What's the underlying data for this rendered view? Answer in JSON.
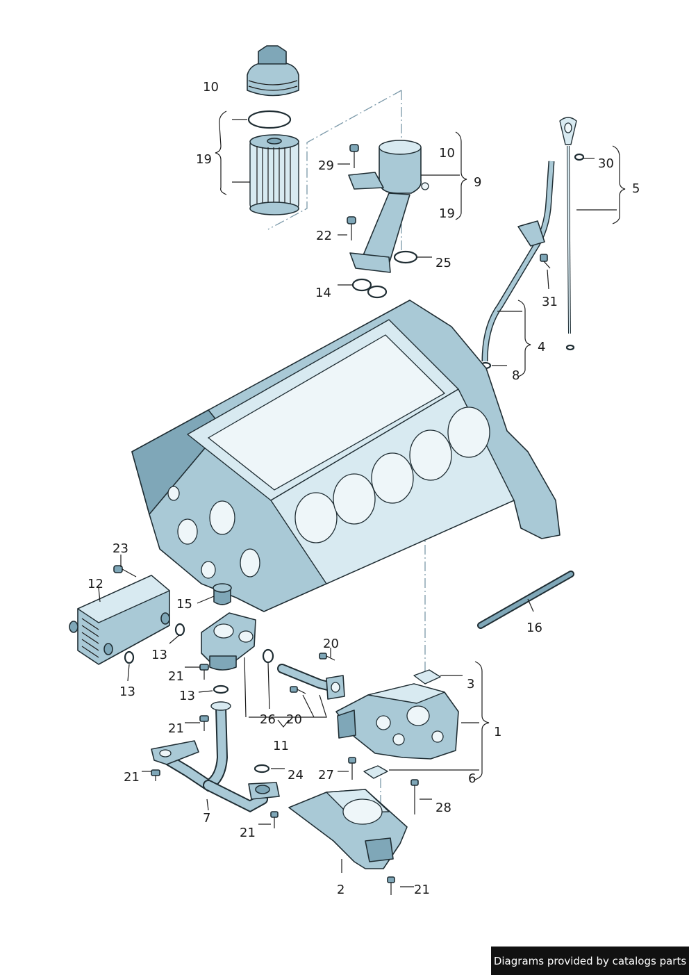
{
  "callouts": [
    {
      "id": "c10a",
      "text": "10"
    },
    {
      "id": "c19a",
      "text": "19"
    },
    {
      "id": "c10b",
      "text": "10"
    },
    {
      "id": "c29",
      "text": "29"
    },
    {
      "id": "c9",
      "text": "9"
    },
    {
      "id": "c19b",
      "text": "19"
    },
    {
      "id": "c22",
      "text": "22"
    },
    {
      "id": "c25",
      "text": "25"
    },
    {
      "id": "c14",
      "text": "14"
    },
    {
      "id": "c30",
      "text": "30"
    },
    {
      "id": "c5",
      "text": "5"
    },
    {
      "id": "c31",
      "text": "31"
    },
    {
      "id": "c4",
      "text": "4"
    },
    {
      "id": "c8",
      "text": "8"
    },
    {
      "id": "c23",
      "text": "23"
    },
    {
      "id": "c12",
      "text": "12"
    },
    {
      "id": "c15",
      "text": "15"
    },
    {
      "id": "c13a",
      "text": "13"
    },
    {
      "id": "c13b",
      "text": "13"
    },
    {
      "id": "c16",
      "text": "16"
    },
    {
      "id": "c20a",
      "text": "20"
    },
    {
      "id": "c21a",
      "text": "21"
    },
    {
      "id": "c13c",
      "text": "13"
    },
    {
      "id": "c3",
      "text": "3"
    },
    {
      "id": "c26",
      "text": "26"
    },
    {
      "id": "c20b",
      "text": "20"
    },
    {
      "id": "c21b",
      "text": "21"
    },
    {
      "id": "c1",
      "text": "1"
    },
    {
      "id": "c11",
      "text": "11"
    },
    {
      "id": "c21c",
      "text": "21"
    },
    {
      "id": "c24",
      "text": "24"
    },
    {
      "id": "c27",
      "text": "27"
    },
    {
      "id": "c6",
      "text": "6"
    },
    {
      "id": "c28",
      "text": "28"
    },
    {
      "id": "c7",
      "text": "7"
    },
    {
      "id": "c21d",
      "text": "21"
    },
    {
      "id": "c2",
      "text": "2"
    },
    {
      "id": "c21e",
      "text": "21"
    }
  ],
  "footer": {
    "text": "Diagrams provided by catalogs parts"
  },
  "colors": {
    "part": "#a9c9d6",
    "outline": "#1f2d33",
    "footer_bg": "#111111"
  }
}
